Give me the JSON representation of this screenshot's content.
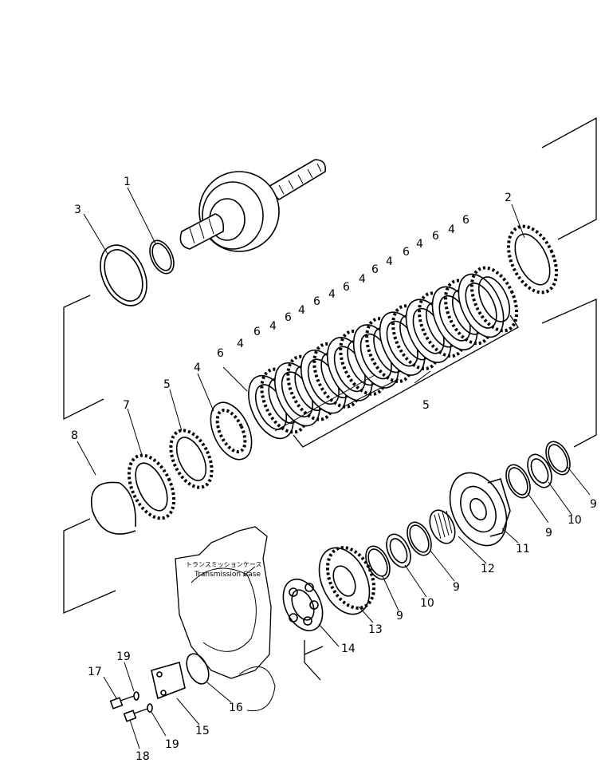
{
  "case_label": {
    "jp": "トランスミッションケース",
    "en": "Transmission Case"
  },
  "labels": {
    "p1": "1",
    "p2": "2",
    "p3": "3",
    "p4a": "4",
    "p4b": "4",
    "p4c": "4",
    "p4d": "4",
    "p4e": "4",
    "p4f": "4",
    "p4g": "4",
    "p4h": "4",
    "p4i": "4",
    "p5a": "5",
    "p5b": "5",
    "p6a": "6",
    "p6b": "6",
    "p6c": "6",
    "p6d": "6",
    "p6e": "6",
    "p6f": "6",
    "p6g": "6",
    "p6h": "6",
    "p6i": "6",
    "p7": "7",
    "p8": "8",
    "p9a": "9",
    "p9b": "9",
    "p9c": "9",
    "p9d": "9",
    "p10a": "10",
    "p10b": "10",
    "p11": "11",
    "p12": "12",
    "p13": "13",
    "p14": "14",
    "p15": "15",
    "p16": "16",
    "p17": "17",
    "p18": "18",
    "p19a": "19",
    "p19b": "19"
  }
}
